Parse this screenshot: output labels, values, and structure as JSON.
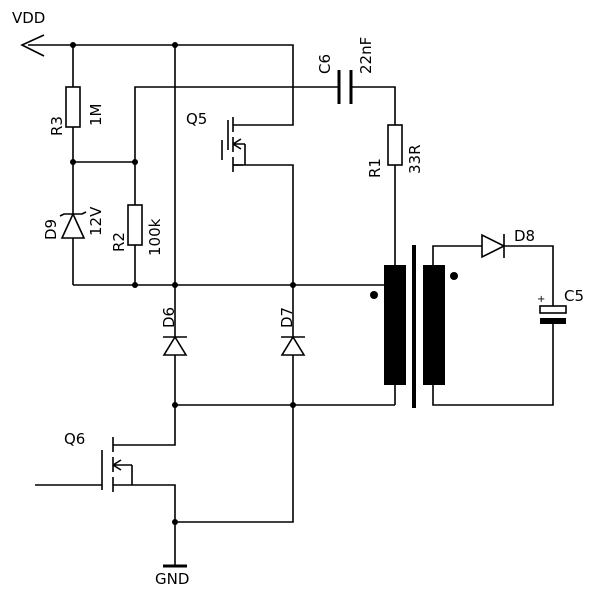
{
  "net_labels": {
    "vdd": "VDD",
    "gnd": "GND"
  },
  "components": {
    "r3": {
      "ref": "R3",
      "value": "1M"
    },
    "r2": {
      "ref": "R2",
      "value": "100k"
    },
    "r1": {
      "ref": "R1",
      "value": "33R"
    },
    "d9": {
      "ref": "D9",
      "value": "12V"
    },
    "c6": {
      "ref": "C6",
      "value": "22nF"
    },
    "q5": {
      "ref": "Q5"
    },
    "q6": {
      "ref": "Q6"
    },
    "d6": {
      "ref": "D6"
    },
    "d7": {
      "ref": "D7"
    },
    "d8": {
      "ref": "D8"
    },
    "c5": {
      "ref": "C5",
      "polarity": "+"
    }
  }
}
